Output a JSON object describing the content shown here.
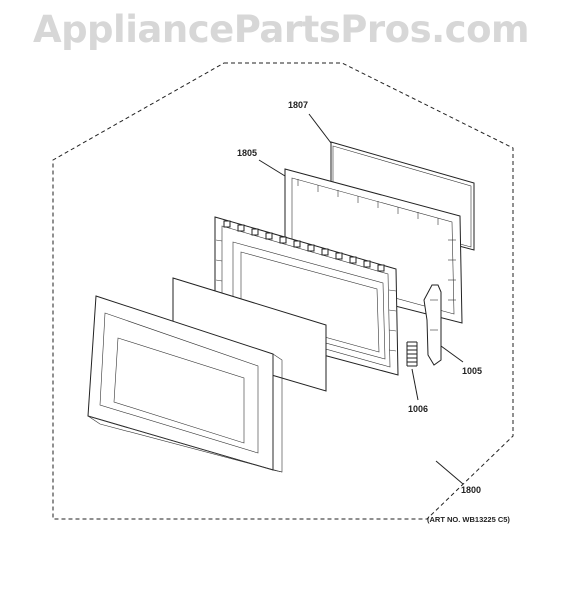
{
  "watermark": {
    "text": "AppliancePartsPros.com"
  },
  "parts": {
    "p1807": "1807",
    "p1805": "1805",
    "p1005": "1005",
    "p1006": "1006",
    "p1800": "1800"
  },
  "art_number": "(ART NO. WB13225 C5)"
}
